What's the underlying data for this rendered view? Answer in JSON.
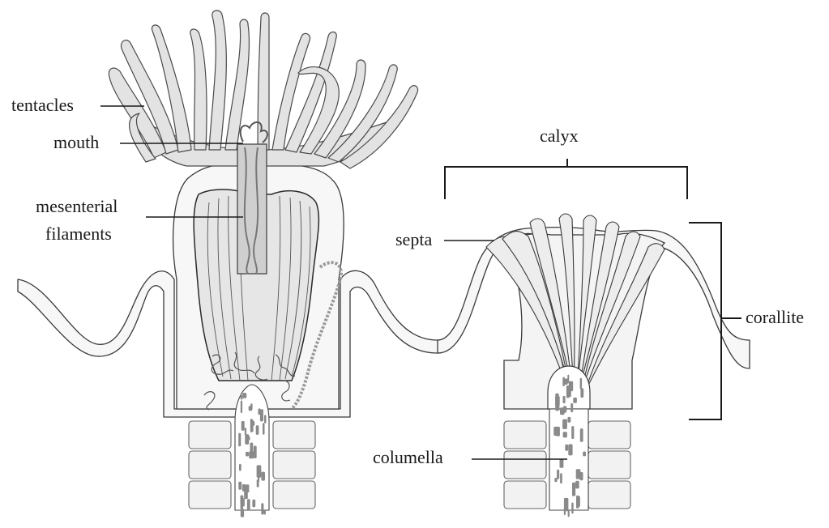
{
  "labels": {
    "tentacles": "tentacles",
    "mouth": "mouth",
    "mesenterial_line1": "mesenterial",
    "mesenterial_line2": "filaments",
    "calyx": "calyx",
    "septa": "septa",
    "corallite": "corallite",
    "columella": "columella"
  },
  "colors": {
    "stroke": "#3a3a3a",
    "tissue_fill": "#f7f7f7",
    "tentacle_fill": "#e3e3e3",
    "septa_fill": "#ededed",
    "skeleton_fill": "#f2f2f2",
    "columella_fragments": "#8a8a8a",
    "label_text": "#1a1a1a"
  }
}
